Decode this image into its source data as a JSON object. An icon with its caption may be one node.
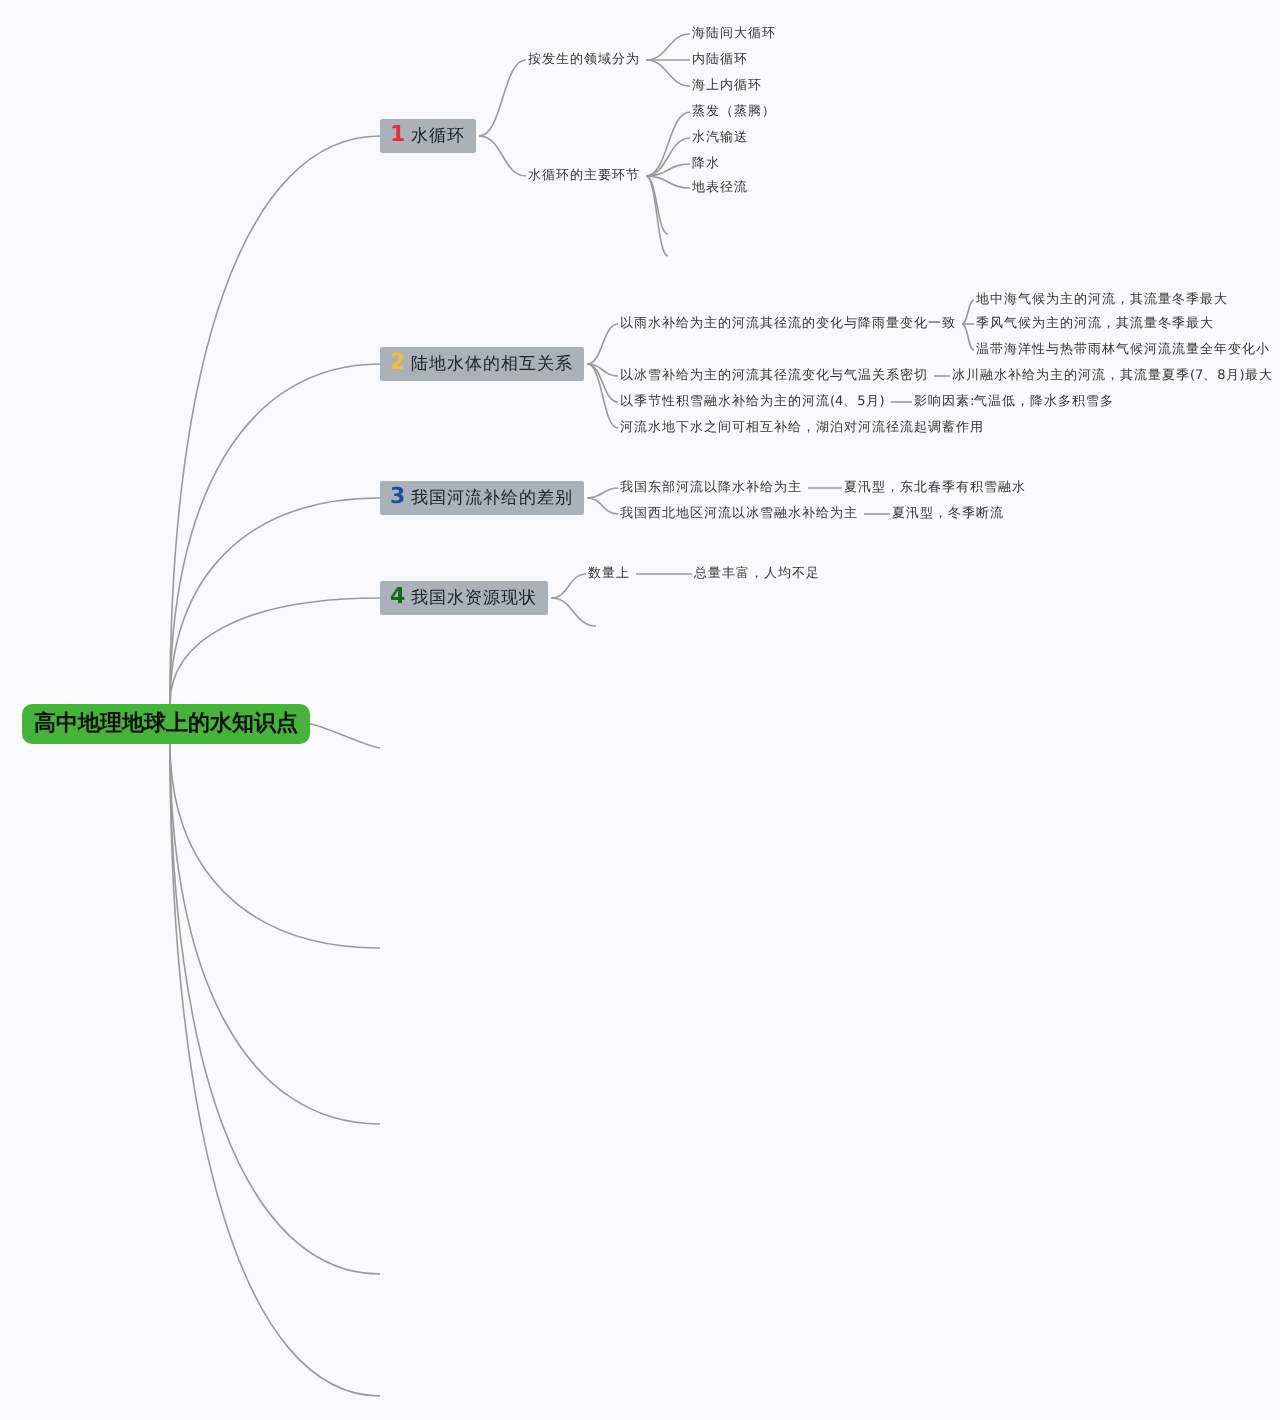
{
  "diagram": {
    "nodes": [
      {
        "text": [
          "高中地理地球上的水知识点"
        ]
      },
      {
        "text": [
          "1",
          "水循环"
        ]
      },
      {
        "text": [
          "按发生的领域分为"
        ]
      },
      {
        "text": [
          "海陆间大循环"
        ]
      },
      {
        "text": [
          "内陆循环"
        ]
      },
      {
        "text": [
          "海上内循环"
        ]
      },
      {
        "text": [
          "水循环的主要环节"
        ]
      },
      {
        "text": [
          "蒸发（蒸腾）"
        ]
      },
      {
        "text": [
          "水汽输送"
        ]
      },
      {
        "text": [
          "降水"
        ]
      },
      {
        "text": [
          "地表径流"
        ]
      },
      {
        "text": [
          "2",
          "陆地水体的相互关系"
        ]
      },
      {
        "text": [
          "以雨水补给为主的河流其径流的变化与降雨量变化一致"
        ]
      },
      {
        "text": [
          "地中海气候为主的河流，其流量冬季最大"
        ]
      },
      {
        "text": [
          "季风气候为主的河流，其流量冬季最大"
        ]
      },
      {
        "text": [
          "温带海洋性与热带雨林气候河流流量全年变化小"
        ]
      },
      {
        "text": [
          "以冰雪补给为主的河流其径流变化与气温关系密切"
        ]
      },
      {
        "text": [
          "冰川融水补给为主的河流，其流量夏季(7、8月)最大"
        ]
      },
      {
        "text": [
          "以季节性积雪融水补给为主的河流(4、5月)"
        ]
      },
      {
        "text": [
          "影响因素:气温低，降水多积雪多"
        ]
      },
      {
        "text": [
          "河流水地下水之间可相互补给，湖泊对河流径流起调蓄作用"
        ]
      },
      {
        "text": [
          "3",
          "我国河流补给的差别"
        ]
      },
      {
        "text": [
          "我国东部河流以降水补给为主"
        ]
      },
      {
        "text": [
          "夏汛型，东北春季有积雪融水"
        ]
      },
      {
        "text": [
          "我国西北地区河流以冰雪融水补给为主"
        ]
      },
      {
        "text": [
          "夏汛型，冬季断流"
        ]
      },
      {
        "text": [
          "4",
          "我国水资源现状"
        ]
      },
      {
        "text": [
          "数量上"
        ]
      },
      {
        "text": [
          "总量丰富，人均不足"
        ]
      }
    ],
    "edges": [
      {
        "from": 0,
        "to": 1,
        "arrow": "none"
      },
      {
        "from": 0,
        "to": 11,
        "arrow": "none"
      },
      {
        "from": 0,
        "to": 21,
        "arrow": "none"
      },
      {
        "from": 0,
        "to": 26,
        "arrow": "none"
      },
      {
        "from": 0,
        "to": null,
        "arrow": "none"
      },
      {
        "from": 0,
        "to": null,
        "arrow": "none"
      },
      {
        "from": 0,
        "to": null,
        "arrow": "none"
      },
      {
        "from": 0,
        "to": null,
        "arrow": "none"
      },
      {
        "from": 0,
        "to": null,
        "arrow": "none"
      },
      {
        "from": 1,
        "to": 2,
        "arrow": "none"
      },
      {
        "from": 1,
        "to": 6,
        "arrow": "none"
      },
      {
        "from": 2,
        "to": 3,
        "arrow": "none"
      },
      {
        "from": 2,
        "to": 4,
        "arrow": "none"
      },
      {
        "from": 2,
        "to": 5,
        "arrow": "none"
      },
      {
        "from": 6,
        "to": 7,
        "arrow": "none"
      },
      {
        "from": 6,
        "to": 8,
        "arrow": "none"
      },
      {
        "from": 6,
        "to": 9,
        "arrow": "none"
      },
      {
        "from": 6,
        "to": 10,
        "arrow": "none"
      },
      {
        "from": 6,
        "to": null,
        "arrow": "none"
      },
      {
        "from": 6,
        "to": null,
        "arrow": "none"
      },
      {
        "from": 11,
        "to": 12,
        "arrow": "none"
      },
      {
        "from": 11,
        "to": 16,
        "arrow": "none"
      },
      {
        "from": 11,
        "to": 18,
        "arrow": "none"
      },
      {
        "from": 11,
        "to": 20,
        "arrow": "none"
      },
      {
        "from": 12,
        "to": 13,
        "arrow": "none"
      },
      {
        "from": 12,
        "to": 14,
        "arrow": "none"
      },
      {
        "from": 12,
        "to": 15,
        "arrow": "none"
      },
      {
        "from": 16,
        "to": 17,
        "arrow": "none"
      },
      {
        "from": 18,
        "to": 19,
        "arrow": "none"
      },
      {
        "from": 21,
        "to": 22,
        "arrow": "none"
      },
      {
        "from": 21,
        "to": 24,
        "arrow": "none"
      },
      {
        "from": 22,
        "to": 23,
        "arrow": "none"
      },
      {
        "from": 24,
        "to": 25,
        "arrow": "none"
      },
      {
        "from": 26,
        "to": 27,
        "arrow": "none"
      },
      {
        "from": 26,
        "to": null,
        "arrow": "none"
      },
      {
        "from": 27,
        "to": 28,
        "arrow": "none"
      }
    ]
  }
}
